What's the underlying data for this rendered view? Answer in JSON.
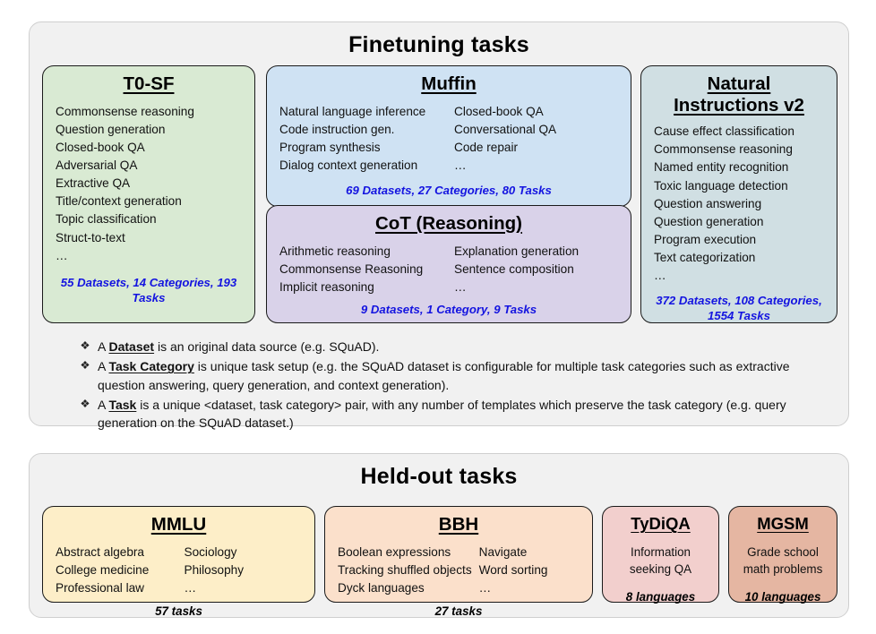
{
  "finetuning": {
    "title": "Finetuning tasks",
    "cards": [
      {
        "name": "t0sf",
        "title": "T0-SF",
        "color": "#d9ead3",
        "items_left": [
          "Commonsense reasoning",
          "Question generation",
          "Closed-book QA",
          "Adversarial QA",
          "Extractive QA",
          "Title/context generation",
          "Topic classification",
          "Struct-to-text",
          "…"
        ],
        "stats": "55 Datasets, 14 Categories, 193 Tasks"
      },
      {
        "name": "muffin",
        "title": "Muffin",
        "color": "#cfe2f3",
        "items_left": [
          "Natural language inference",
          "Code instruction gen.",
          "Program synthesis",
          "Dialog context generation"
        ],
        "items_right": [
          "Closed-book QA",
          "Conversational QA",
          "Code repair",
          "…"
        ],
        "stats": "69 Datasets, 27 Categories, 80 Tasks"
      },
      {
        "name": "cot",
        "title": "CoT (Reasoning)",
        "color": "#d9d2e9",
        "items_left": [
          "Arithmetic reasoning",
          "Commonsense Reasoning",
          "Implicit reasoning"
        ],
        "items_right": [
          "Explanation generation",
          "Sentence composition",
          "…"
        ],
        "stats": "9 Datasets, 1 Category, 9 Tasks"
      },
      {
        "name": "natural-instructions-v2",
        "title_line1": "Natural",
        "title_line2": "Instructions v2",
        "color": "#d0dfe3",
        "items_left": [
          "Cause effect classification",
          "Commonsense reasoning",
          "Named entity recognition",
          "Toxic language detection",
          "Question answering",
          "Question generation",
          "Program execution",
          "Text categorization",
          "…"
        ],
        "stats": "372 Datasets, 108 Categories, 1554 Tasks"
      }
    ],
    "stats_color": "#1414e0",
    "definitions": [
      {
        "marker": "❖",
        "prefix": "A ",
        "term": "Dataset",
        "suffix": " is an original data source (e.g. SQuAD)."
      },
      {
        "marker": "❖",
        "prefix": "A ",
        "term": "Task Category",
        "suffix": " is unique task setup (e.g. the SQuAD dataset is configurable for multiple task categories such as extractive question answering, query generation, and context generation)."
      },
      {
        "marker": "❖",
        "prefix": "A ",
        "term": "Task",
        "suffix": " is a unique <dataset, task category> pair, with any number of templates which preserve the task category (e.g. query generation on the SQuAD dataset.)"
      }
    ]
  },
  "heldout": {
    "title": "Held-out tasks",
    "cards": [
      {
        "name": "mmlu",
        "title": "MMLU",
        "color": "#fdeec8",
        "items_left": [
          "Abstract algebra",
          "College medicine",
          "Professional law"
        ],
        "items_right": [
          "Sociology",
          "Philosophy",
          "…"
        ],
        "stats": "57 tasks"
      },
      {
        "name": "bbh",
        "title": "BBH",
        "color": "#fbe0cb",
        "items_left": [
          "Boolean expressions",
          "Tracking shuffled objects",
          "Dyck languages"
        ],
        "items_right": [
          "Navigate",
          "Word sorting",
          "…"
        ],
        "stats": "27 tasks"
      },
      {
        "name": "tydiqa",
        "title": "TyDiQA",
        "color": "#f2cfcd",
        "items_left": [
          "Information",
          "seeking QA"
        ],
        "stats": "8 languages"
      },
      {
        "name": "mgsm",
        "title": "MGSM",
        "color": "#e5b6a2",
        "items_left": [
          "Grade school",
          "math problems"
        ],
        "stats": "10 languages"
      }
    ]
  }
}
